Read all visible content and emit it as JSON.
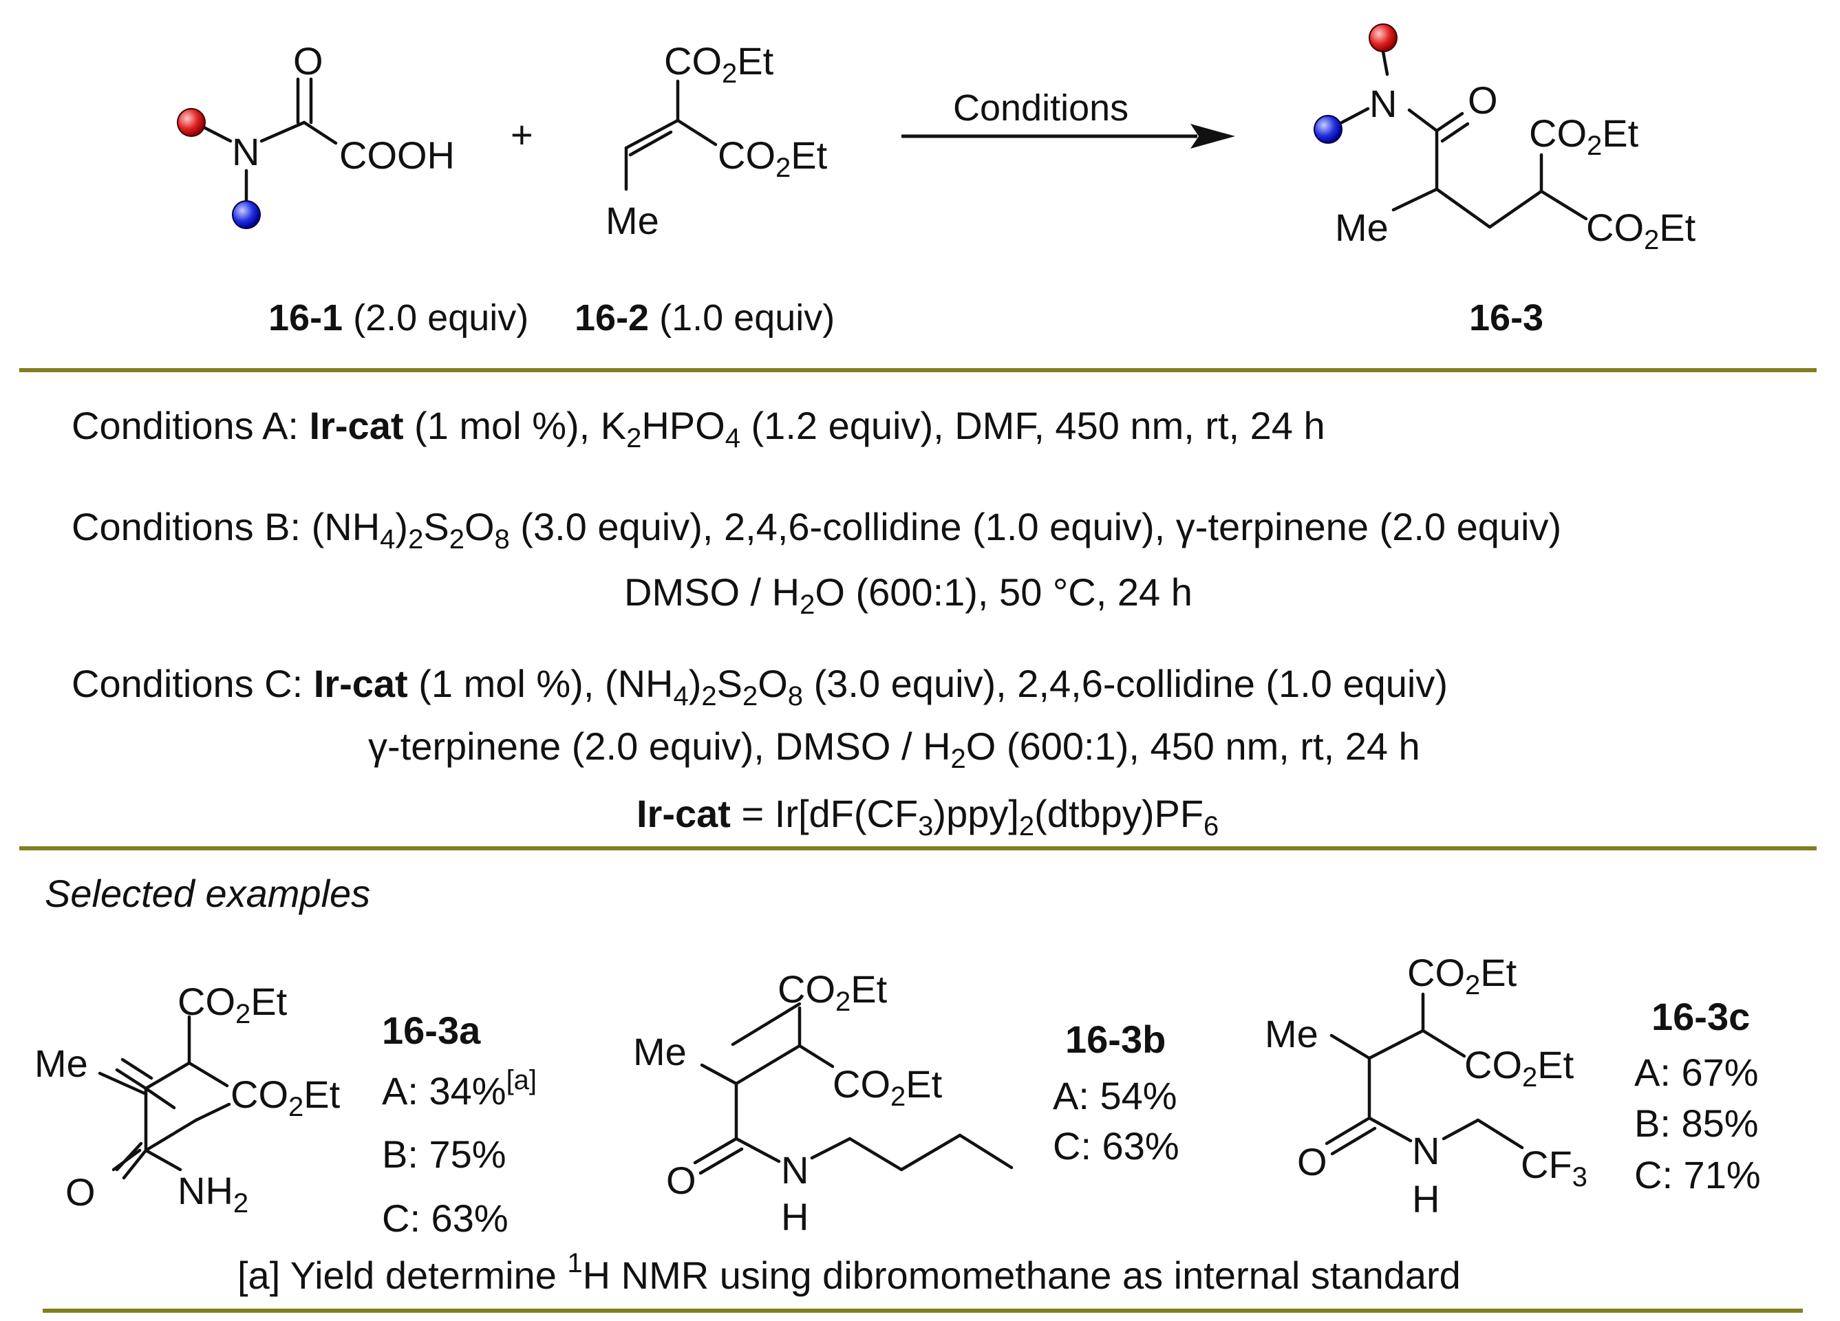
{
  "reaction": {
    "reactant1": {
      "id": "16-1",
      "equiv": "(2.0 equiv)",
      "labels": {
        "o": "O",
        "n": "N",
        "cooh": "COOH"
      }
    },
    "plus": "+",
    "reactant2": {
      "id": "16-2",
      "equiv": "(1.0 equiv)",
      "labels": {
        "co2et": "CO",
        "sub2": "2",
        "et": "Et",
        "me": "Me"
      }
    },
    "arrow_label": "Conditions",
    "product": {
      "id": "16-3",
      "labels": {
        "n": "N",
        "o": "O",
        "me": "Me",
        "co2et": "CO",
        "sub2": "2",
        "et": "Et"
      }
    }
  },
  "conditions": {
    "a": {
      "prefix": "Conditions A: ",
      "cat": "Ir-cat",
      "t1": " (1 mol %), K",
      "s1": "2",
      "t2": "HPO",
      "s2": "4",
      "t3": " (1.2 equiv), DMF,  450 nm, rt, 24 h"
    },
    "b": {
      "prefix": "Conditions B: ",
      "t1": "(NH",
      "s1": "4",
      "t2": ")",
      "s2": "2",
      "t3": "S",
      "s3": "2",
      "t4": "O",
      "s4": "8",
      "t5": " (3.0 equiv), 2,4,6-collidine (1.0 equiv), γ-terpinene (2.0 equiv)",
      "line2_t1": "DMSO / H",
      "line2_s1": "2",
      "line2_t2": "O (600:1), 50 °C, 24 h"
    },
    "c": {
      "prefix": "Conditions C: ",
      "cat": "Ir-cat",
      "t1": " (1 mol %), (NH",
      "s1": "4",
      "t2": ")",
      "s2": "2",
      "t3": "S",
      "s3": "2",
      "t4": "O",
      "s4": "8",
      "t5": " (3.0 equiv), 2,4,6-collidine (1.0 equiv)",
      "line2_t1": "γ-terpinene (2.0 equiv), DMSO / H",
      "line2_s1": "2",
      "line2_t2": "O (600:1), 450 nm, rt, 24 h"
    },
    "ircat": {
      "name": "Ir-cat",
      "t1": " = Ir[dF(CF",
      "s1": "3",
      "t2": ")ppy]",
      "s2": "2",
      "t3": "(dtbpy)PF",
      "s3": "6"
    }
  },
  "examples": {
    "heading": "Selected examples",
    "a": {
      "id": "16-3a",
      "yields": [
        "A: 34%",
        "B: 75%",
        "C: 63%"
      ],
      "footnote_mark": "[a]",
      "labels": {
        "me": "Me",
        "o": "O",
        "nh": "NH",
        "sub2": "2",
        "co": "CO",
        "et": "Et"
      }
    },
    "b": {
      "id": "16-3b",
      "yields": [
        "A: 54%",
        "C: 63%"
      ],
      "labels": {
        "me": "Me",
        "o": "O",
        "n": "N",
        "h": "H",
        "co": "CO",
        "sub2": "2",
        "et": "Et"
      }
    },
    "c": {
      "id": "16-3c",
      "yields": [
        "A: 67%",
        "B: 85%",
        "C: 71%"
      ],
      "labels": {
        "me": "Me",
        "o": "O",
        "n": "N",
        "h": "H",
        "cf": "CF",
        "sub3": "3",
        "co": "CO",
        "sub2": "2",
        "et": "Et"
      }
    },
    "footnote": {
      "t1": "[a] Yield determine ",
      "sup": "1",
      "t2": "H NMR using dibromomethane as internal standard"
    }
  },
  "colors": {
    "rule": "#808020",
    "red_substituent": "#e02020",
    "blue_substituent": "#2030e0",
    "ink": "#111111"
  }
}
